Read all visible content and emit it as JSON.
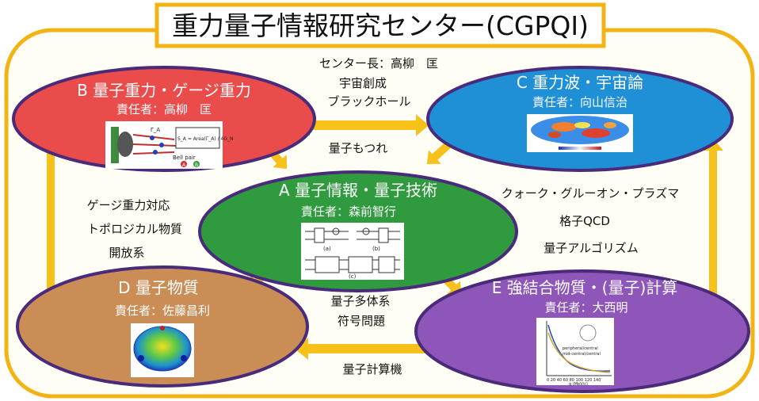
{
  "title": "重力量子情報研究センター(CGPQI)",
  "director": "センター長：高柳　匡",
  "colors": {
    "frame": "#f2b315",
    "arrow": "#f6c21a",
    "node_a": "#2f9b3e",
    "node_b": "#ea4b4b",
    "node_c": "#1f8fd6",
    "node_d": "#c98d55",
    "node_e": "#8e56b8"
  },
  "nodes": {
    "a": {
      "title": "A 量子情報・量子技術",
      "lead": "責任者：森前智行"
    },
    "b": {
      "title": "B 量子重力・ゲージ重力",
      "lead": "責任者：高柳　匡"
    },
    "c": {
      "title": "C 重力波・宇宙論",
      "lead": "責任者：向山信治"
    },
    "d": {
      "title": "D 量子物質",
      "lead": "責任者：佐藤昌利"
    },
    "e": {
      "title": "E 強結合物質・(量子)計算",
      "lead": "責任者：大西明"
    }
  },
  "figures": {
    "b_formula": "S_A = Area(Γ_A) / 4G_N",
    "b_gamma": "Γ_A",
    "b_bell": "Bell pair",
    "b_a": "A",
    "b_b": "B",
    "a_a": "(a)",
    "a_b": "(b)",
    "a_c": "(c)",
    "e_legend_1": "peripheral/central",
    "e_legend_2": "mid-central/central",
    "e_xaxis": "0 20 40 60 80 100 120 140",
    "e_xlabel": "q (MeV/c)"
  },
  "connections": {
    "bc_1": "宇宙創成",
    "bc_2": "ブラックホール",
    "abc": "量子もつれ",
    "bd_1": "ゲージ重力対応",
    "bd_2": "トポロジカル物質",
    "bd_3": "開放系",
    "ce_1": "クォーク・グルーオン・プラズマ",
    "ce_2": "格子QCD",
    "ce_3": "量子アルゴリズム",
    "ade_1": "量子多体系",
    "ade_2": "符号問題",
    "de": "量子計算機"
  }
}
